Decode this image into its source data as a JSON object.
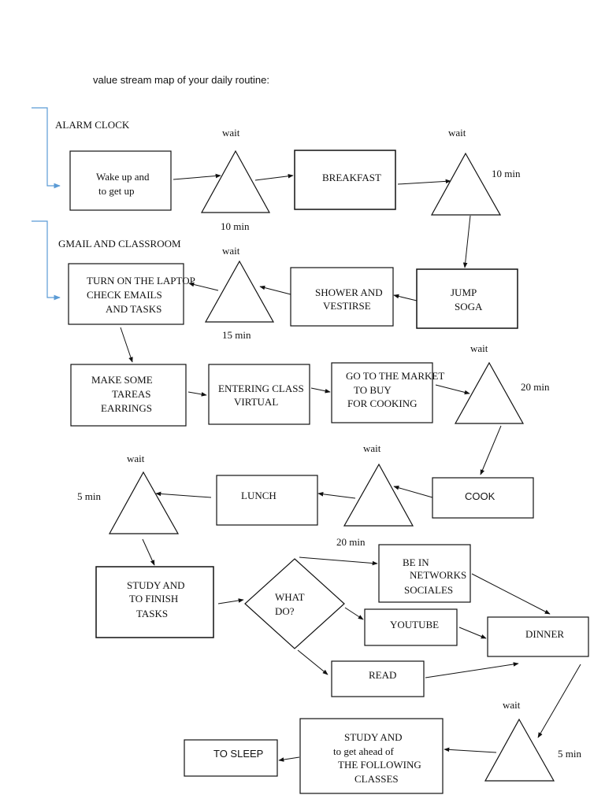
{
  "title": "value stream map of your daily routine:",
  "side_labels": [
    "ALARM CLOCK",
    "GMAIL AND CLASSROOM"
  ],
  "wait_label": "wait",
  "boxes": {
    "wake_up": [
      "Wake up and",
      "to get up"
    ],
    "breakfast": [
      "BREAKFAST"
    ],
    "jump_soga": [
      "JUMP",
      "SOGA"
    ],
    "shower": [
      "SHOWER AND",
      "VESTIRSE"
    ],
    "laptop": [
      "TURN ON THE LAPTOP",
      "CHECK EMAILS",
      "AND TASKS"
    ],
    "tareas": [
      "MAKE SOME",
      "TAREAS",
      "EARRINGS"
    ],
    "class": [
      "ENTERING CLASS",
      "VIRTUAL"
    ],
    "market": [
      "GO TO THE MARKET",
      "TO BUY",
      "FOR COOKING"
    ],
    "cook": [
      "COOK"
    ],
    "lunch": [
      "LUNCH"
    ],
    "study1": [
      "STUDY AND",
      "TO FINISH",
      "TASKS"
    ],
    "networks": [
      "BE IN",
      "NETWORKS",
      "SOCIALES"
    ],
    "youtube": [
      "YOUTUBE"
    ],
    "read": [
      "READ"
    ],
    "dinner": [
      "DINNER"
    ],
    "study2": [
      "STUDY AND",
      "to get ahead of",
      "THE FOLLOWING",
      "CLASSES"
    ],
    "sleep": [
      "TO SLEEP"
    ]
  },
  "decision": [
    "WHAT",
    "DO?"
  ],
  "times": {
    "w1": "10 min",
    "w2": "10 min",
    "w3": "15 min",
    "w4": "20 min",
    "w5": "20 min",
    "w6": "5 min",
    "w7": "5 min"
  },
  "colors": {
    "bracket": "#5b9bd5",
    "ink": "#111111"
  }
}
